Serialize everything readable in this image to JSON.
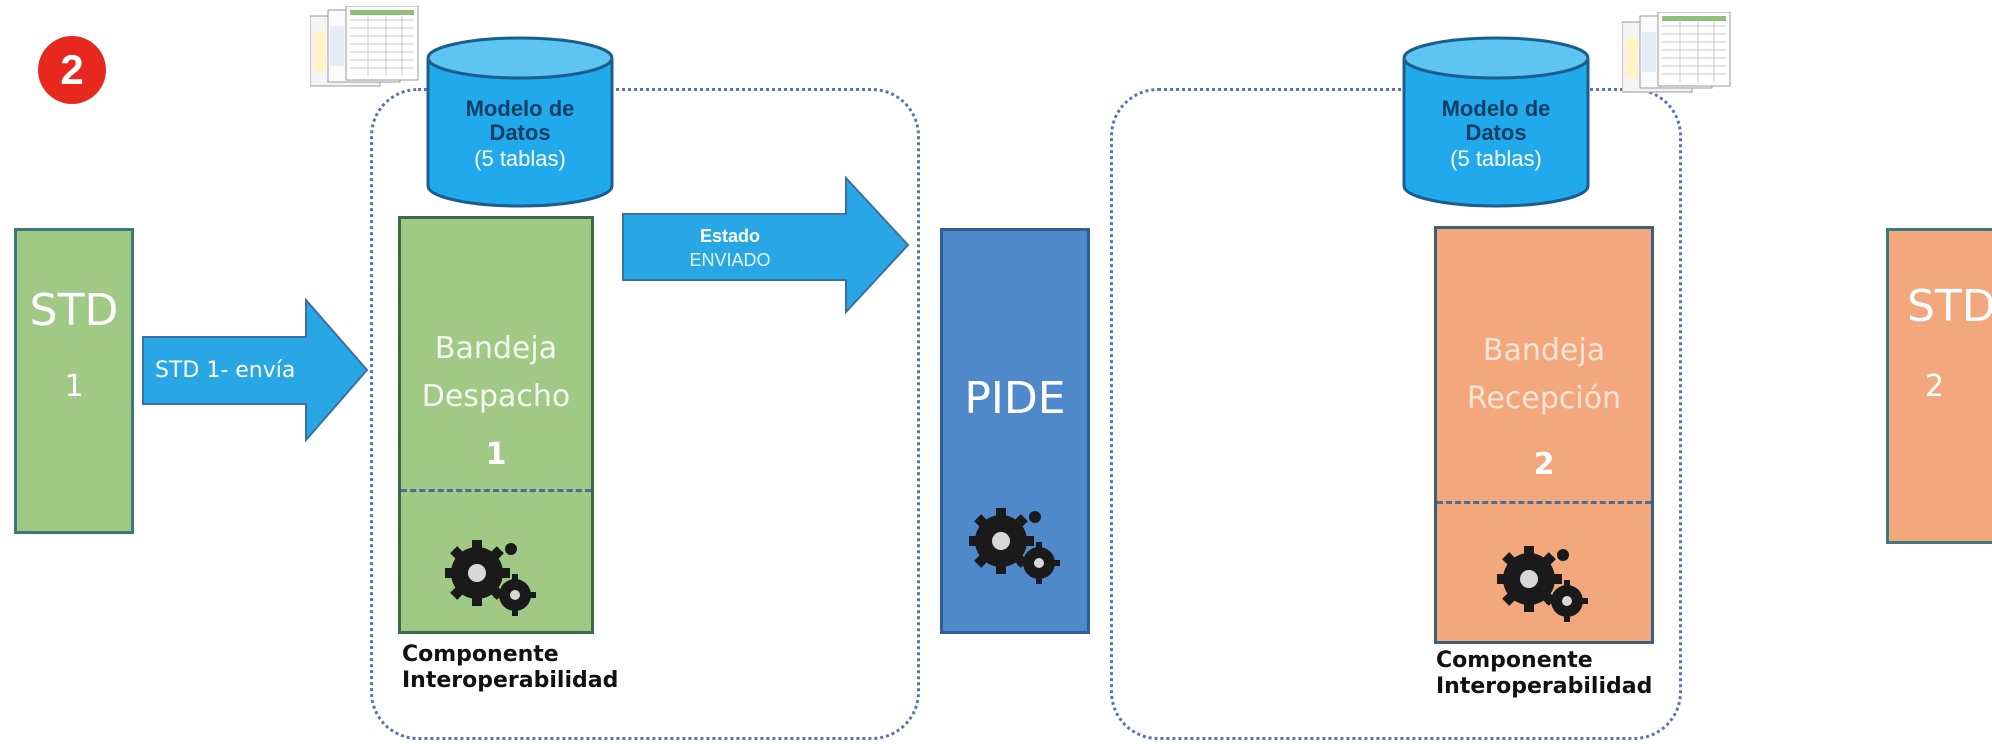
{
  "step_number": "2",
  "std_left": {
    "title": "STD",
    "number": "1"
  },
  "std_right": {
    "title": "STD",
    "number": "2"
  },
  "send_arrow": {
    "label": "STD 1- envía"
  },
  "state_arrow": {
    "line1": "Estado",
    "line2": "ENVIADO"
  },
  "dispatch_tray": {
    "line1": "Bandeja",
    "line2": "Despacho",
    "number": "1"
  },
  "reception_tray": {
    "line1": "Bandeja",
    "line2": "Recepción",
    "number": "2"
  },
  "pide": {
    "label": "PIDE"
  },
  "db_left": {
    "line1": "Modelo de",
    "line2": "Datos",
    "line3": "(5 tablas)"
  },
  "db_right": {
    "line1": "Modelo de",
    "line2": "Datos",
    "line3": "(5 tablas)"
  },
  "component_left": {
    "line1": "Componente",
    "line2": "Interoperabilidad"
  },
  "component_right": {
    "line1": "Componente",
    "line2": "Interoperabilidad"
  },
  "colors": {
    "green": "#a1c986",
    "orange": "#f2a77d",
    "pide_blue": "#5089c9",
    "arrow_blue": "#29a7e4",
    "db_blue": "#21aaeb",
    "badge_red": "#e8271f"
  },
  "icons": [
    "gears-icon",
    "spreadsheet-thumbnail-icon"
  ]
}
